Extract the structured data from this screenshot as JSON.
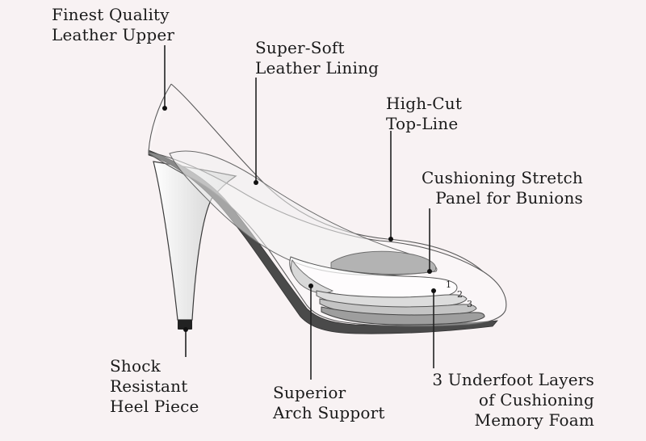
{
  "labels": {
    "leather_upper": [
      "Finest Quality",
      "Leather Upper"
    ],
    "leather_lining": [
      "Super-Soft",
      "Leather Lining"
    ],
    "top_line": [
      "High-Cut",
      "Top-Line"
    ],
    "stretch_panel": [
      "Cushioning Stretch",
      "Panel for Bunions"
    ],
    "heel_piece": [
      "Shock",
      "Resistant",
      "Heel Piece"
    ],
    "arch_support": [
      "Superior",
      "Arch Support"
    ],
    "underfoot_layers": [
      "3 Underfoot Layers",
      "of Cushioning",
      "Memory Foam"
    ]
  },
  "layer_numbers": [
    "1",
    "2",
    "3"
  ],
  "colors": {
    "background": "#f8f2f3",
    "outline": "#3a3a3a",
    "sole": "#4a4a4a",
    "panel": "#b3b3b3",
    "text": "#1a1a1a"
  }
}
